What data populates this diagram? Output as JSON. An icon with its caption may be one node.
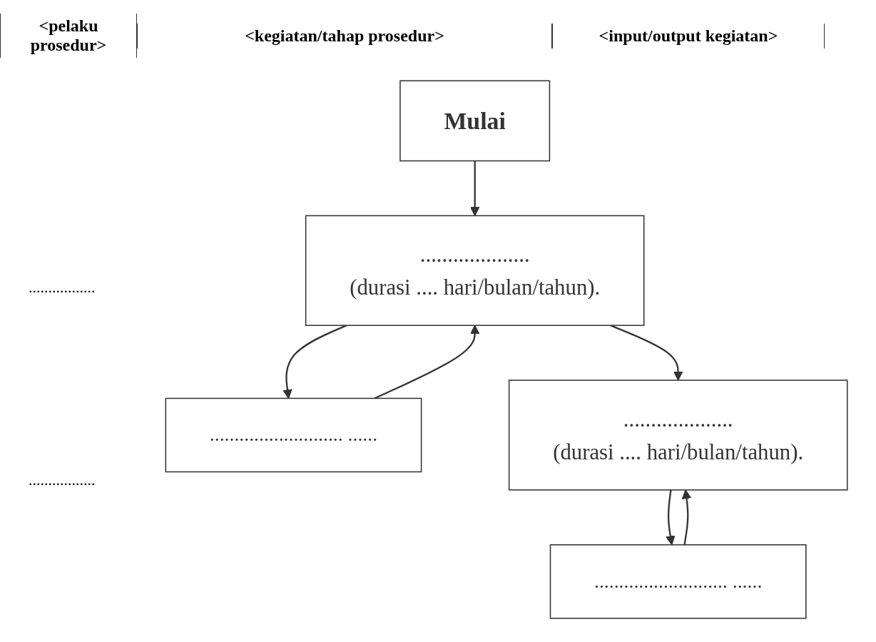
{
  "diagram": {
    "nodes": [
      {
        "text": [
          "Mulai"
        ]
      },
      {
        "text": [
          "....................",
          "(durasi .... hari/bulan/tahun)."
        ]
      },
      {
        "text": [
          "........................... ......"
        ]
      },
      {
        "text": [
          "....................",
          "(durasi .... hari/bulan/tahun)."
        ]
      },
      {
        "text": [
          "........................... ......"
        ]
      }
    ],
    "edges": [
      {
        "from": 0,
        "to": 1,
        "arrow": "to"
      },
      {
        "from": 1,
        "to": 2,
        "arrow": "to"
      },
      {
        "from": 2,
        "to": 1,
        "arrow": "to"
      },
      {
        "from": 1,
        "to": 3,
        "arrow": "to"
      },
      {
        "from": 3,
        "to": 4,
        "arrow": "to"
      },
      {
        "from": 4,
        "to": 3,
        "arrow": "to"
      }
    ],
    "labels": [
      "<pelaku prosedur>",
      "<kegiatan/tahap prosedur>",
      "<input/output kegiatan>",
      ".................",
      "................."
    ]
  }
}
